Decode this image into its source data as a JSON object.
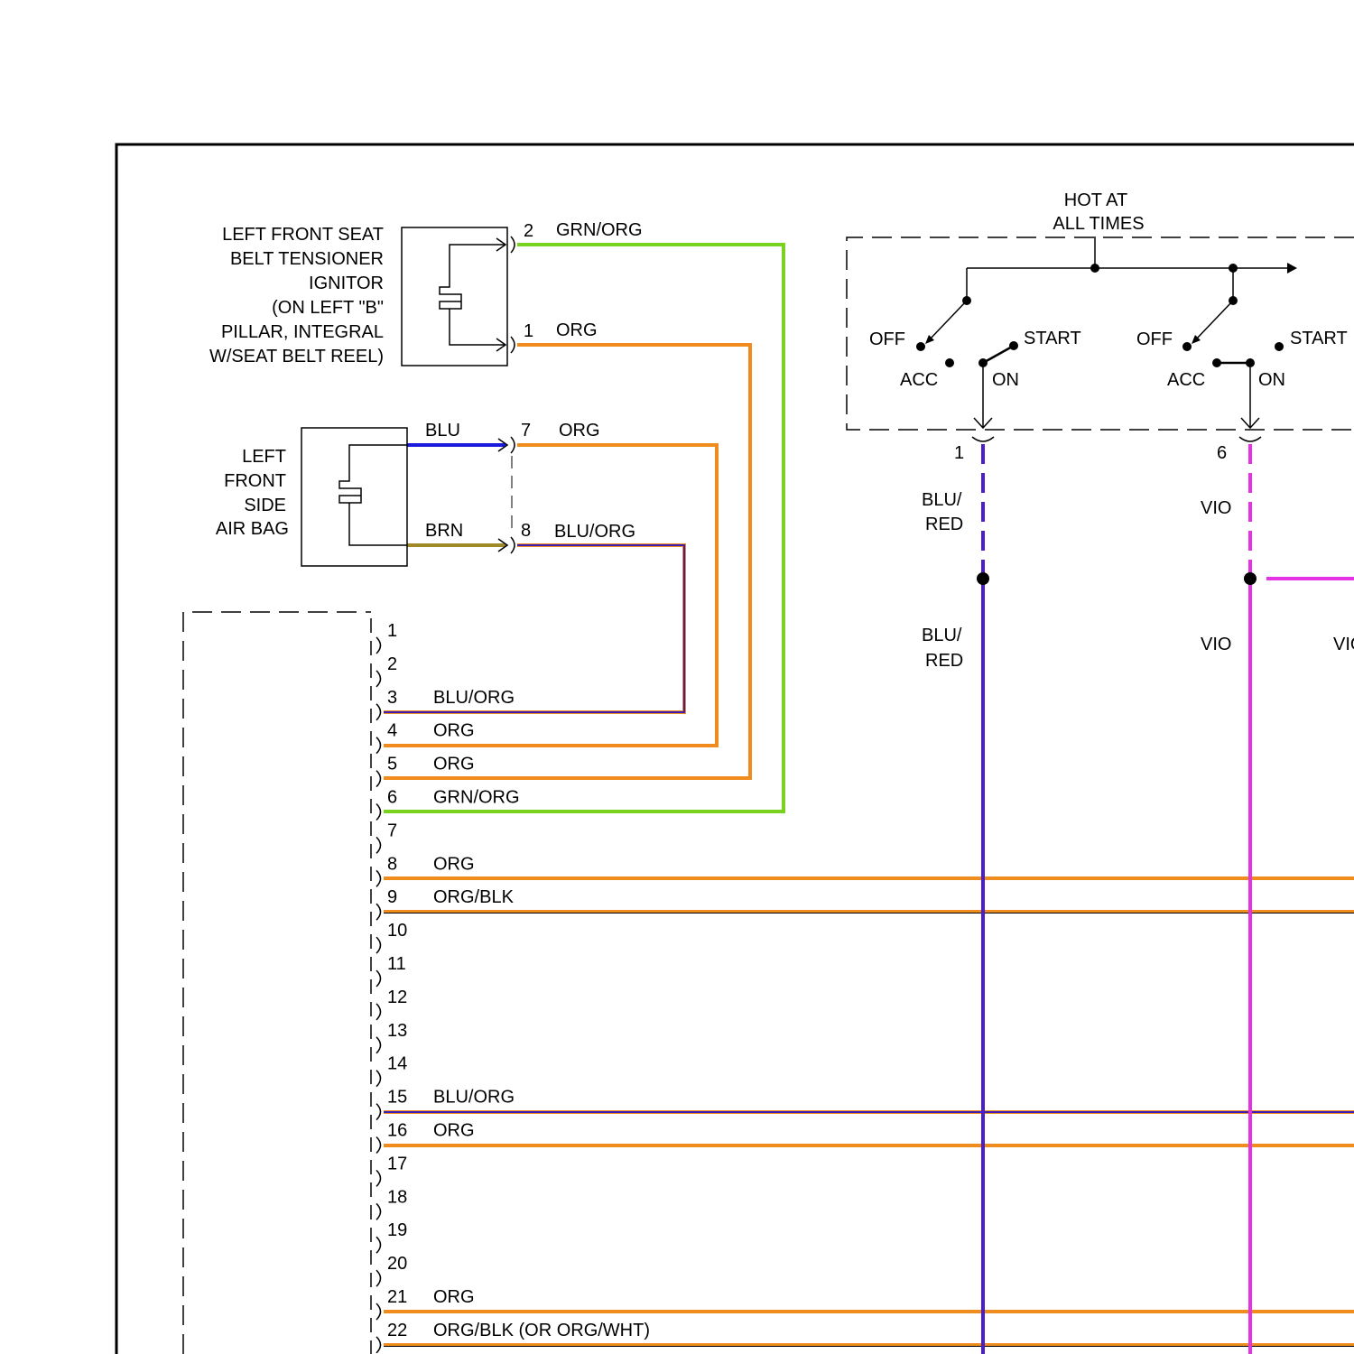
{
  "components": {
    "tensioner": {
      "label_lines": [
        "LEFT FRONT SEAT",
        "BELT TENSIONER",
        "IGNITOR",
        "(ON LEFT \"B\"",
        "PILLAR, INTEGRAL",
        "W/SEAT BELT REEL)"
      ],
      "pins": [
        {
          "pin": "2",
          "wire": "GRN/ORG",
          "color": "#78d21e"
        },
        {
          "pin": "1",
          "wire": "ORG",
          "color": "#f08c1e"
        }
      ]
    },
    "airbag": {
      "label_lines": [
        "LEFT",
        "FRONT",
        "SIDE",
        "AIR BAG"
      ],
      "left_wires": [
        {
          "wire": "BLU",
          "color": "#1a1adc"
        },
        {
          "wire": "BRN",
          "color": "#a08a28"
        }
      ],
      "pins": [
        {
          "pin": "7",
          "wire": "ORG",
          "color": "#f08c1e"
        },
        {
          "pin": "8",
          "wire": "BLU/ORG",
          "color": "#3c1eb4"
        }
      ]
    }
  },
  "switch": {
    "hot_label_lines": [
      "HOT AT",
      "ALL TIMES"
    ],
    "positions": {
      "off": "OFF",
      "acc": "ACC",
      "start": "START",
      "on": "ON"
    },
    "outputs": [
      {
        "pin": "1",
        "upper_wire": [
          "BLU/",
          "RED"
        ],
        "lower_wire": [
          "BLU/",
          "RED"
        ],
        "color": "#4b1ec8"
      },
      {
        "pin": "6",
        "upper_wire": [
          "VIO"
        ],
        "lower_wire": [
          "VIO"
        ],
        "color": "#e632e6"
      }
    ],
    "branch_wire": "VIO"
  },
  "connector": {
    "pins": [
      {
        "pin": "1",
        "wire": "",
        "color": ""
      },
      {
        "pin": "2",
        "wire": "",
        "color": ""
      },
      {
        "pin": "3",
        "wire": "BLU/ORG",
        "color": "#3c1eb4"
      },
      {
        "pin": "4",
        "wire": "ORG",
        "color": "#f08c1e"
      },
      {
        "pin": "5",
        "wire": "ORG",
        "color": "#f08c1e"
      },
      {
        "pin": "6",
        "wire": "GRN/ORG",
        "color": "#78d21e"
      },
      {
        "pin": "7",
        "wire": "",
        "color": ""
      },
      {
        "pin": "8",
        "wire": "ORG",
        "color": "#f08c1e"
      },
      {
        "pin": "9",
        "wire": "ORG/BLK",
        "color": "#f08c1e"
      },
      {
        "pin": "10",
        "wire": "",
        "color": ""
      },
      {
        "pin": "11",
        "wire": "",
        "color": ""
      },
      {
        "pin": "12",
        "wire": "",
        "color": ""
      },
      {
        "pin": "13",
        "wire": "",
        "color": ""
      },
      {
        "pin": "14",
        "wire": "",
        "color": ""
      },
      {
        "pin": "15",
        "wire": "BLU/ORG",
        "color": "#3c1eb4"
      },
      {
        "pin": "16",
        "wire": "ORG",
        "color": "#f08c1e"
      },
      {
        "pin": "17",
        "wire": "",
        "color": ""
      },
      {
        "pin": "18",
        "wire": "",
        "color": ""
      },
      {
        "pin": "19",
        "wire": "",
        "color": ""
      },
      {
        "pin": "20",
        "wire": "",
        "color": ""
      },
      {
        "pin": "21",
        "wire": "ORG",
        "color": "#f08c1e"
      },
      {
        "pin": "22",
        "wire": "ORG/BLK (OR ORG/WHT)",
        "color": "#f08c1e"
      }
    ]
  }
}
